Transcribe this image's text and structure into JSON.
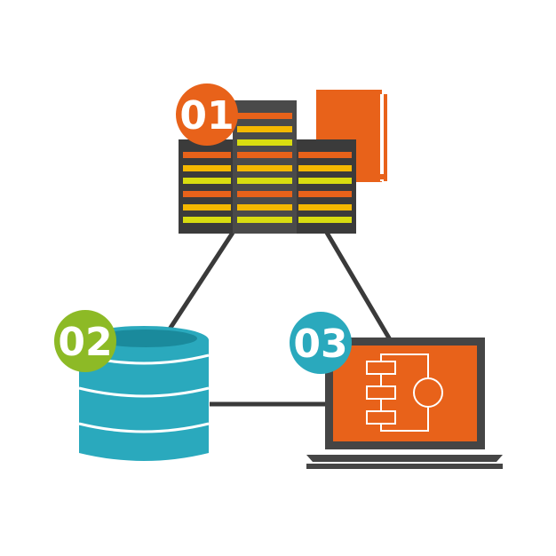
{
  "colors": {
    "background": "#ffffff",
    "connector": "#3a3a3a",
    "server_body": "#3b3b3b",
    "server_body_center": "#4a4a4a",
    "bar_orange": "#e8621a",
    "bar_amber": "#f5b800",
    "bar_lime": "#d8dc10",
    "folder": "#e8621a",
    "database": "#2aa9bd",
    "database_top_inner": "#1a8a9c",
    "laptop_frame": "#454545",
    "laptop_screen": "#e8621a",
    "badge_01": "#e8621a",
    "badge_02": "#8dba26",
    "badge_03": "#2aa9bd"
  },
  "nodes": [
    {
      "id": "server",
      "badge": "01",
      "icon": "server-rack-icon"
    },
    {
      "id": "database",
      "badge": "02",
      "icon": "database-icon"
    },
    {
      "id": "laptop",
      "badge": "03",
      "icon": "laptop-flowchart-icon"
    }
  ],
  "badges": {
    "b1": "01",
    "b2": "02",
    "b3": "03"
  }
}
